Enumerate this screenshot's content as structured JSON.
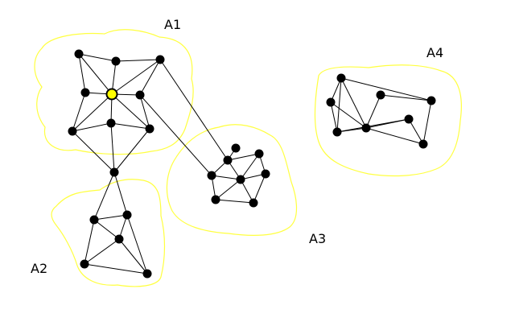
{
  "colors": {
    "region_outline": "#ffff40",
    "node": "#000000",
    "highlight": "#ffff00",
    "edge": "#000000"
  },
  "labels": {
    "a1": "A1",
    "a2": "A2",
    "a3": "A3",
    "a4": "A4"
  },
  "node_ids": [
    "n1",
    "n2",
    "n3",
    "n4",
    "n5",
    "n6",
    "n7",
    "n8",
    "n9",
    "n10",
    "n11",
    "n12",
    "n13",
    "n14",
    "n15",
    "n16",
    "n17",
    "n18",
    "n19",
    "n20",
    "n21",
    "n22",
    "n23",
    "n24",
    "n25",
    "n26",
    "n27",
    "n28",
    "n29",
    "n30",
    "n31"
  ],
  "highlighted_node": "n4",
  "edges": [
    [
      "n1",
      "n2"
    ],
    [
      "n2",
      "n3"
    ],
    [
      "n1",
      "n5"
    ],
    [
      "n1",
      "n4"
    ],
    [
      "n2",
      "n4"
    ],
    [
      "n3",
      "n4"
    ],
    [
      "n3",
      "n6"
    ],
    [
      "n4",
      "n5"
    ],
    [
      "n4",
      "n6"
    ],
    [
      "n4",
      "n7"
    ],
    [
      "n4",
      "n8"
    ],
    [
      "n4",
      "n9"
    ],
    [
      "n5",
      "n7"
    ],
    [
      "n6",
      "n9"
    ],
    [
      "n7",
      "n8"
    ],
    [
      "n8",
      "n9"
    ],
    [
      "n7",
      "n10"
    ],
    [
      "n8",
      "n10"
    ],
    [
      "n9",
      "n10"
    ],
    [
      "n3",
      "n17"
    ],
    [
      "n6",
      "n19"
    ],
    [
      "n10",
      "n11"
    ],
    [
      "n10",
      "n12"
    ],
    [
      "n11",
      "n12"
    ],
    [
      "n11",
      "n13"
    ],
    [
      "n11",
      "n14"
    ],
    [
      "n12",
      "n13"
    ],
    [
      "n12",
      "n15"
    ],
    [
      "n13",
      "n14"
    ],
    [
      "n13",
      "n15"
    ],
    [
      "n14",
      "n15"
    ],
    [
      "n16",
      "n17"
    ],
    [
      "n17",
      "n18"
    ],
    [
      "n17",
      "n19"
    ],
    [
      "n17",
      "n20"
    ],
    [
      "n18",
      "n20"
    ],
    [
      "n18",
      "n21"
    ],
    [
      "n19",
      "n20"
    ],
    [
      "n19",
      "n22"
    ],
    [
      "n20",
      "n21"
    ],
    [
      "n20",
      "n22"
    ],
    [
      "n21",
      "n23"
    ],
    [
      "n20",
      "n23"
    ],
    [
      "n22",
      "n23"
    ],
    [
      "n24",
      "n25"
    ],
    [
      "n24",
      "n26"
    ],
    [
      "n24",
      "n28"
    ],
    [
      "n24",
      "n29"
    ],
    [
      "n25",
      "n28"
    ],
    [
      "n25",
      "n29"
    ],
    [
      "n26",
      "n27"
    ],
    [
      "n27",
      "n29"
    ],
    [
      "n28",
      "n29"
    ],
    [
      "n28",
      "n30"
    ],
    [
      "n29",
      "n31"
    ],
    [
      "n29",
      "n30"
    ],
    [
      "n30",
      "n31"
    ],
    [
      "n26",
      "n31"
    ]
  ]
}
